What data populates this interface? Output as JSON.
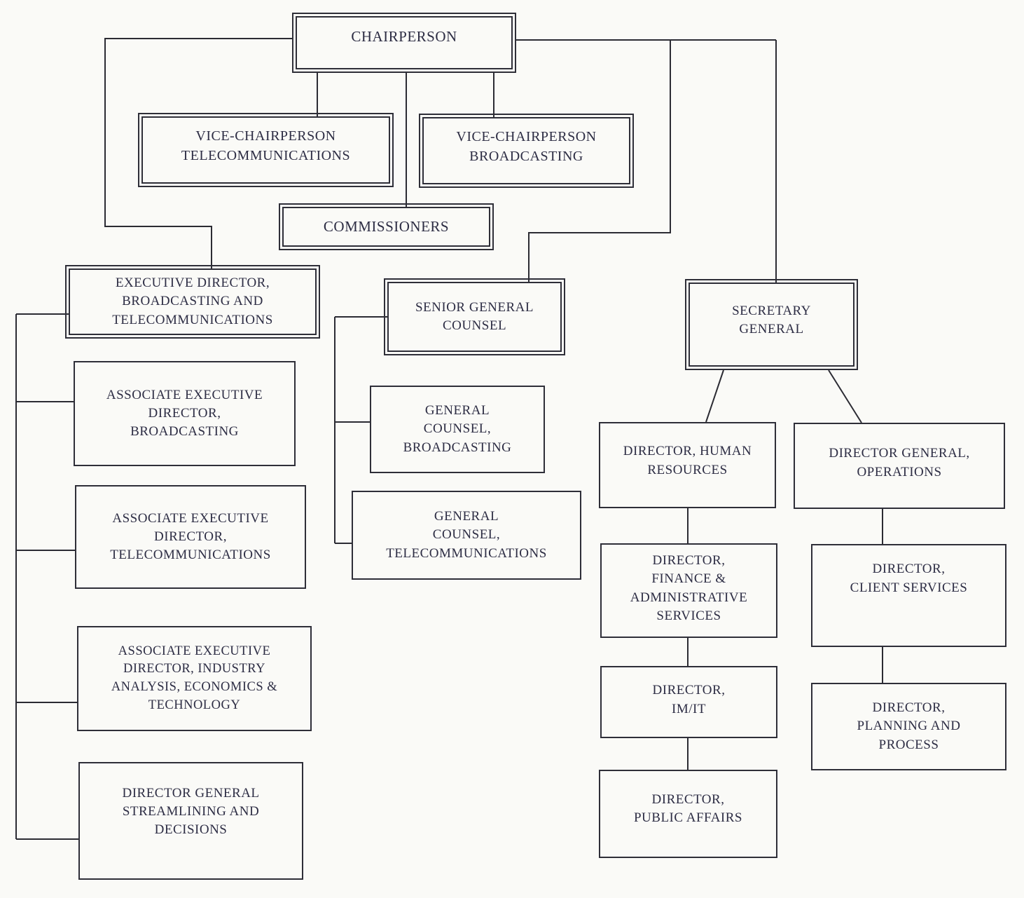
{
  "page": {
    "background_color": "#fafaf7",
    "line_color": "#2b2b33",
    "text_color": "#2d2d44",
    "description": "Organizational chart with double-bordered senior positions and single-bordered subordinate positions"
  },
  "org": {
    "nodes": [
      {
        "id": "chairperson",
        "label": "CHAIRPERSON",
        "border": "double"
      },
      {
        "id": "vice-chairperson-telecommunications",
        "label": "VICE-CHAIRPERSON\nTELECOMMUNICATIONS",
        "border": "double"
      },
      {
        "id": "vice-chairperson-broadcasting",
        "label": "VICE-CHAIRPERSON\nBROADCASTING",
        "border": "double"
      },
      {
        "id": "commissioners",
        "label": "COMMISSIONERS",
        "border": "double"
      },
      {
        "id": "executive-director-broadcasting-and-telecommunications",
        "label": "EXECUTIVE DIRECTOR,\nBROADCASTING AND\nTELECOMMUNICATIONS",
        "border": "double"
      },
      {
        "id": "senior-general-counsel",
        "label": "SENIOR GENERAL\nCOUNSEL",
        "border": "double"
      },
      {
        "id": "secretary-general",
        "label": "SECRETARY\nGENERAL",
        "border": "double"
      },
      {
        "id": "associate-executive-director-broadcasting",
        "label": "ASSOCIATE EXECUTIVE\nDIRECTOR,\nBROADCASTING",
        "border": "single"
      },
      {
        "id": "associate-executive-director-telecommunications",
        "label": "ASSOCIATE EXECUTIVE\nDIRECTOR,\nTELECOMMUNICATIONS",
        "border": "single"
      },
      {
        "id": "associate-executive-director-industry-analysis",
        "label": "ASSOCIATE EXECUTIVE\nDIRECTOR, INDUSTRY\nANALYSIS, ECONOMICS &\nTECHNOLOGY",
        "border": "single"
      },
      {
        "id": "director-general-streamlining-and-decisions",
        "label": "DIRECTOR GENERAL\nSTREAMLINING AND\nDECISIONS",
        "border": "single"
      },
      {
        "id": "general-counsel-broadcasting",
        "label": "GENERAL\nCOUNSEL,\nBROADCASTING",
        "border": "single"
      },
      {
        "id": "general-counsel-telecommunications",
        "label": "GENERAL\nCOUNSEL,\nTELECOMMUNICATIONS",
        "border": "single"
      },
      {
        "id": "director-human-resources",
        "label": "DIRECTOR, HUMAN\nRESOURCES",
        "border": "single"
      },
      {
        "id": "director-finance-administrative-services",
        "label": "DIRECTOR,\nFINANCE &\nADMINISTRATIVE\nSERVICES",
        "border": "single"
      },
      {
        "id": "director-im-it",
        "label": "DIRECTOR,\nIM/IT",
        "border": "single"
      },
      {
        "id": "director-public-affairs",
        "label": "DIRECTOR,\nPUBLIC AFFAIRS",
        "border": "single"
      },
      {
        "id": "director-general-operations",
        "label": "DIRECTOR GENERAL,\nOPERATIONS",
        "border": "single"
      },
      {
        "id": "director-client-services",
        "label": "DIRECTOR,\nCLIENT SERVICES",
        "border": "single"
      },
      {
        "id": "director-planning-and-process",
        "label": "DIRECTOR,\nPLANNING AND\nPROCESS",
        "border": "single"
      }
    ],
    "edges": [
      {
        "from": "chairperson",
        "to": "vice-chairperson-telecommunications"
      },
      {
        "from": "chairperson",
        "to": "vice-chairperson-broadcasting"
      },
      {
        "from": "chairperson",
        "to": "commissioners"
      },
      {
        "from": "chairperson",
        "to": "executive-director-broadcasting-and-telecommunications"
      },
      {
        "from": "chairperson",
        "to": "senior-general-counsel"
      },
      {
        "from": "chairperson",
        "to": "secretary-general"
      },
      {
        "from": "executive-director-broadcasting-and-telecommunications",
        "to": "associate-executive-director-broadcasting"
      },
      {
        "from": "executive-director-broadcasting-and-telecommunications",
        "to": "associate-executive-director-telecommunications"
      },
      {
        "from": "executive-director-broadcasting-and-telecommunications",
        "to": "associate-executive-director-industry-analysis"
      },
      {
        "from": "executive-director-broadcasting-and-telecommunications",
        "to": "director-general-streamlining-and-decisions"
      },
      {
        "from": "senior-general-counsel",
        "to": "general-counsel-broadcasting"
      },
      {
        "from": "senior-general-counsel",
        "to": "general-counsel-telecommunications"
      },
      {
        "from": "secretary-general",
        "to": "director-human-resources"
      },
      {
        "from": "secretary-general",
        "to": "director-general-operations"
      },
      {
        "from": "director-human-resources",
        "to": "director-finance-administrative-services"
      },
      {
        "from": "director-finance-administrative-services",
        "to": "director-im-it"
      },
      {
        "from": "director-im-it",
        "to": "director-public-affairs"
      },
      {
        "from": "director-general-operations",
        "to": "director-client-services"
      },
      {
        "from": "director-client-services",
        "to": "director-planning-and-process"
      }
    ]
  }
}
